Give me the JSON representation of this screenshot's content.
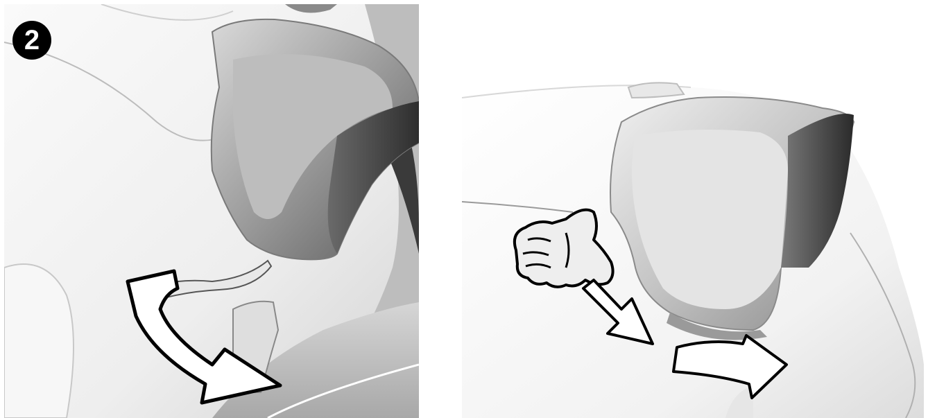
{
  "step": {
    "number": "2"
  },
  "figures": [
    {
      "id": "left",
      "icons": [
        "curved-arrow-icon"
      ]
    },
    {
      "id": "right",
      "icons": [
        "thumb-press-icon",
        "arrow-down-right-icon",
        "arrow-right-icon"
      ]
    }
  ],
  "colors": {
    "shell_light": "#f4f4f4",
    "shell_mid": "#c9c9c9",
    "vent_dark": "#4a4a4a",
    "outline": "#000000",
    "arrow_fill": "#ffffff"
  }
}
